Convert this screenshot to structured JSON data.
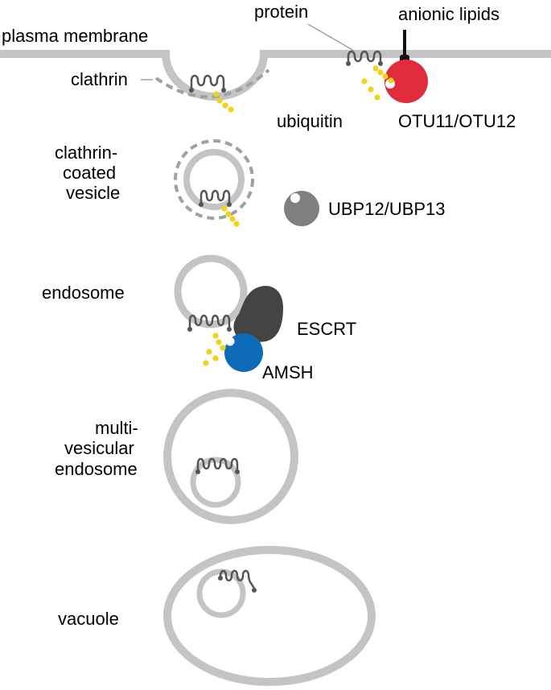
{
  "labels": {
    "plasma_membrane": "plasma membrane",
    "protein": "protein",
    "anionic_lipids": "anionic lipids",
    "clathrin": "clathrin",
    "ubiquitin": "ubiquitin",
    "otu": "OTU11/OTU12",
    "ccv_line1": "clathrin-",
    "ccv_line2": "coated",
    "ccv_line3": "vesicle",
    "ubp": "UBP12/UBP13",
    "endosome": "endosome",
    "escrt": "ESCRT",
    "amsh": "AMSH",
    "mve_line1": "multi-",
    "mve_line2": "vesicular",
    "mve_line3": "endosome",
    "vacuole": "vacuole"
  },
  "colors": {
    "membrane": "#c4c4c4",
    "clathrin": "#a0a0a0",
    "protein": "#555555",
    "ubiquitin": "#f2d21a",
    "otu": "#e12a3b",
    "ubp": "#7f7f7f",
    "escrt": "#444444",
    "amsh": "#0e6bb7",
    "lipid": "#111111"
  }
}
